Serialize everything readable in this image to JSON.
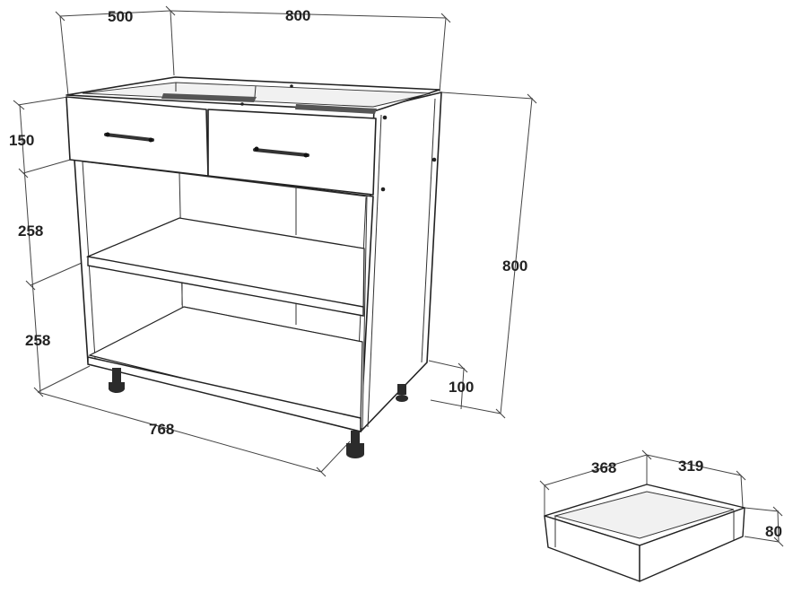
{
  "dimensions": {
    "top_depth": "500",
    "top_width": "800",
    "drawer_height": "150",
    "upper_shelf_height": "258",
    "lower_shelf_height": "258",
    "total_height": "800",
    "plinth_height": "100",
    "inner_width": "768",
    "drawer_box_width": "368",
    "drawer_box_depth": "319",
    "drawer_box_height": "80"
  },
  "colors": {
    "line": "#222222",
    "panel_fill": "#ffffff",
    "shade": "#e9e9e9",
    "handle": "#333333",
    "leg": "#2b2b2b"
  }
}
